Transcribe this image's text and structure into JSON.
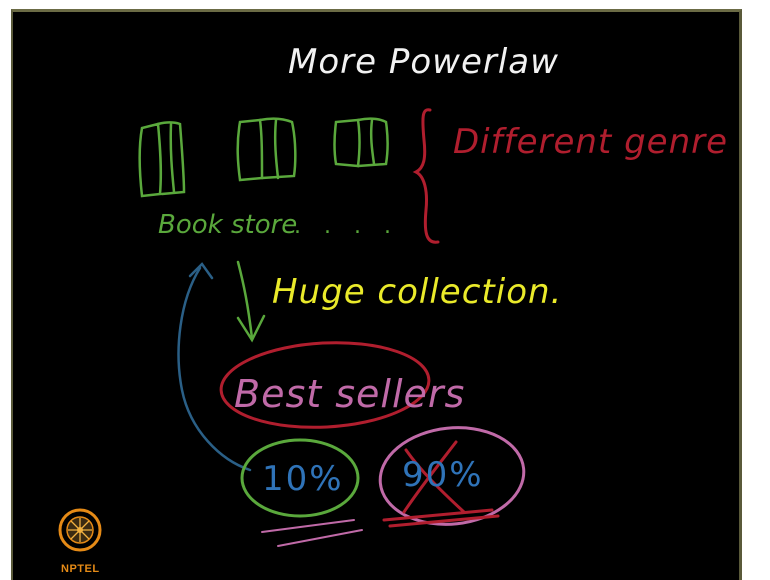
{
  "slide": {
    "title": "More Powerlaw",
    "genre_label": "Different genre",
    "bookstore_label": "Book store",
    "dots": ". . . .",
    "collection_label": "Huge collection.",
    "best_sellers_label": "Best sellers",
    "ten_percent": "10%",
    "ninety_percent": "90%"
  },
  "logo": {
    "text": "NPTEL",
    "icon": "nptel-logo-icon"
  },
  "colors": {
    "background": "#000000",
    "title": "#f2f2f2",
    "genre": "#b01e2e",
    "bookstore": "#5aa83c",
    "collection": "#eaea2a",
    "best_sellers": "#c06aa8",
    "percent": "#2f73b8",
    "ellipse_red": "#b01e2e",
    "ellipse_green": "#5aa83c",
    "ellipse_pink": "#c06aa8",
    "arrow_blue": "#2a5f86",
    "logo": "#e58a16"
  }
}
